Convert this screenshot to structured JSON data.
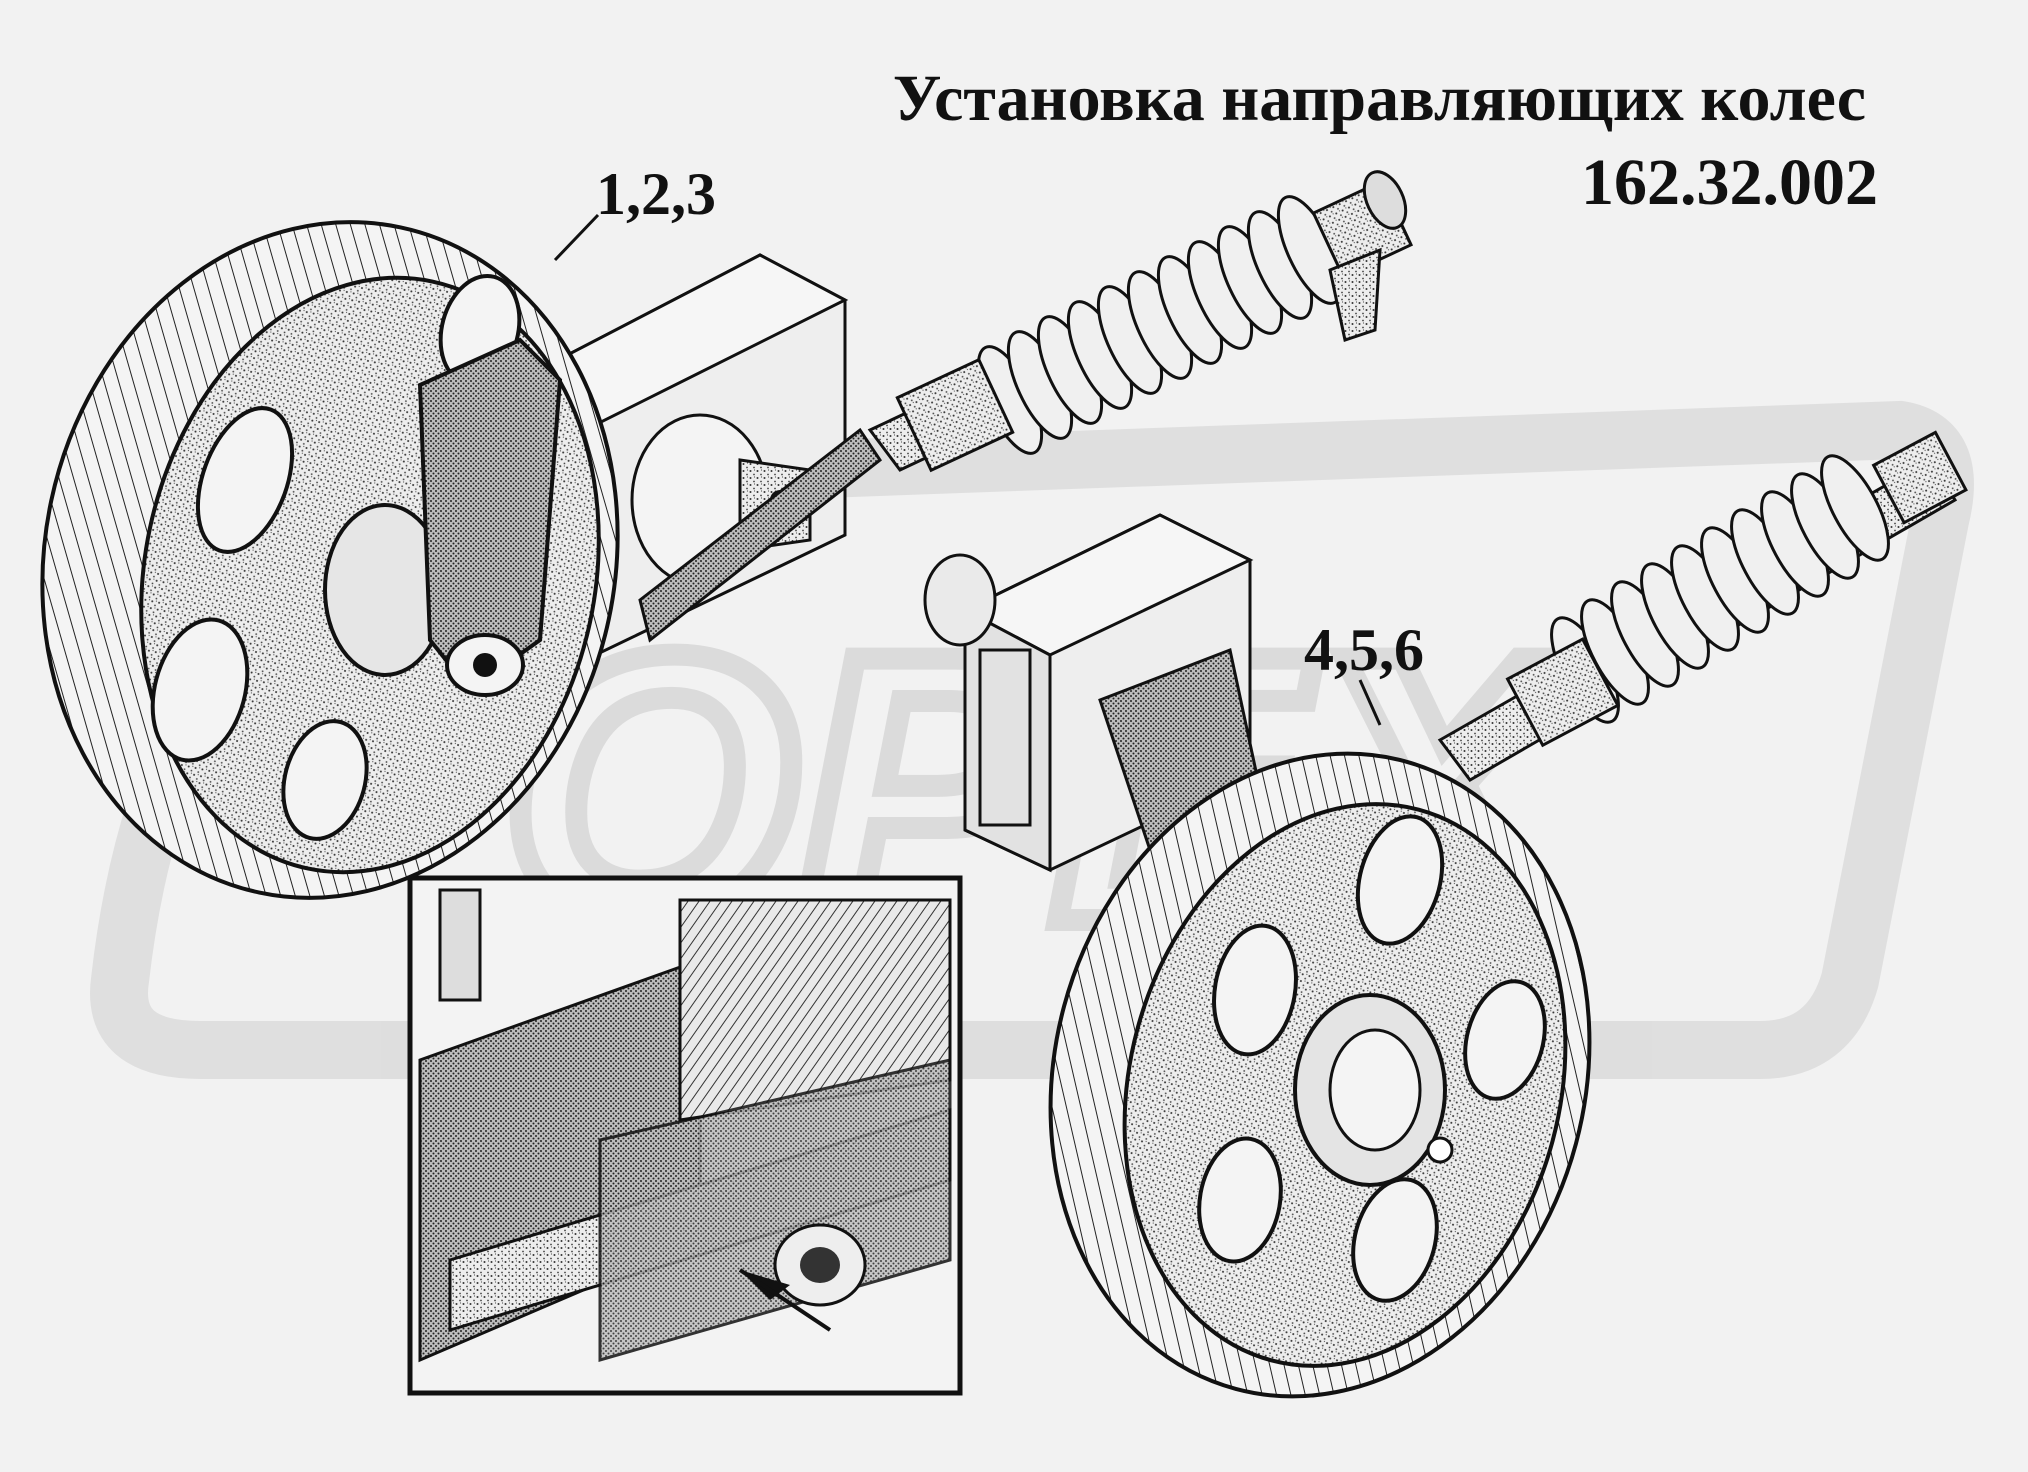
{
  "title": {
    "line1": "Установка направляющих колес",
    "line2": "162.32.002"
  },
  "callouts": {
    "wheel_assembly_1": "1,2,3",
    "wheel_assembly_2": "4,5,6"
  },
  "watermark": {
    "text": "ОРЕХ"
  },
  "colors": {
    "background": "#f2f2f2",
    "line": "#111111",
    "watermark": "#d0d0d0"
  }
}
